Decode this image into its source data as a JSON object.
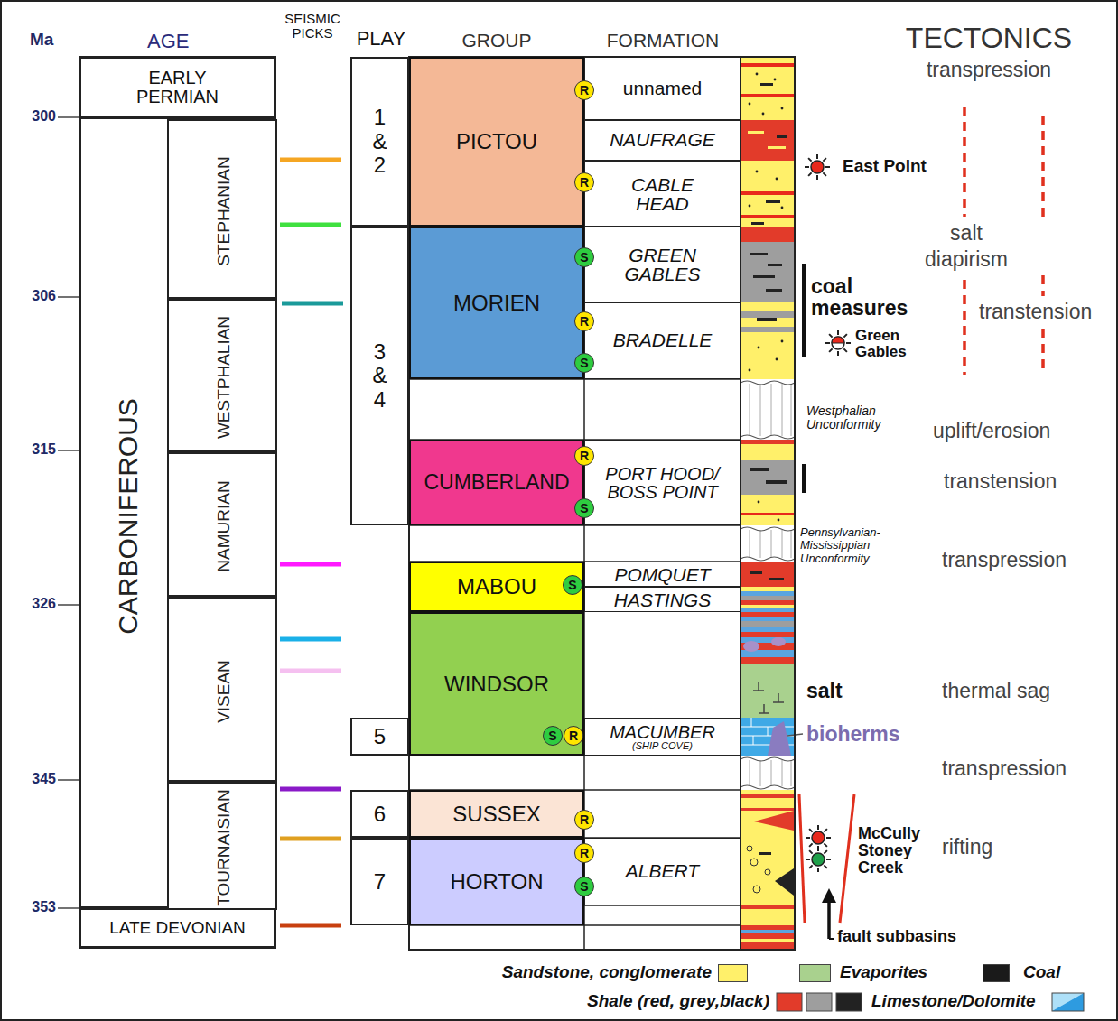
{
  "diagram": {
    "nodes": [
      {
        "text": [
          "EARLY PERMIAN"
        ]
      },
      {
        "text": [
          "CARBONIFEROUS"
        ]
      },
      {
        "text": [
          "STEPHANIAN"
        ],
        "in": 1
      },
      {
        "text": [
          "WESTPHALIAN"
        ],
        "in": 1
      },
      {
        "text": [
          "NAMURIAN"
        ],
        "in": 1
      },
      {
        "text": [
          "VISEAN"
        ],
        "in": 1
      },
      {
        "text": [
          "TOURNAISIAN"
        ],
        "in": 1
      },
      {
        "text": [
          "LATE DEVONIAN"
        ]
      },
      {
        "text": [
          "1 & 2"
        ]
      },
      {
        "text": [
          "3 & 4"
        ]
      },
      {
        "text": [
          "5"
        ]
      },
      {
        "text": [
          "6"
        ]
      },
      {
        "text": [
          "7"
        ]
      },
      {
        "text": [
          "PICTOU"
        ]
      },
      {
        "text": [
          "MORIEN"
        ]
      },
      {
        "text": [
          "CUMBERLAND"
        ]
      },
      {
        "text": [
          "MABOU"
        ]
      },
      {
        "text": [
          "WINDSOR"
        ]
      },
      {
        "text": [
          "SUSSEX"
        ]
      },
      {
        "text": [
          "HORTON"
        ]
      },
      {
        "text": [
          "unnamed"
        ]
      },
      {
        "text": [
          "NAUFRAGE"
        ]
      },
      {
        "text": [
          "CABLE HEAD"
        ]
      },
      {
        "text": [
          "GREEN GABLES"
        ]
      },
      {
        "text": [
          "BRADELLE"
        ]
      },
      {
        "text": [
          "PORT HOOD/ BOSS POINT"
        ]
      },
      {
        "text": [
          "POMQUET"
        ]
      },
      {
        "text": [
          "HASTINGS"
        ]
      },
      {
        "text": [
          "MACUMBER",
          "(SHIP COVE)"
        ]
      },
      {
        "text": [
          "ALBERT"
        ]
      },
      {
        "text": [
          "R"
        ]
      },
      {
        "text": [
          "R"
        ]
      },
      {
        "text": [
          "S"
        ]
      },
      {
        "text": [
          "R"
        ]
      },
      {
        "text": [
          "S"
        ]
      },
      {
        "text": [
          "R"
        ]
      },
      {
        "text": [
          "S"
        ]
      },
      {
        "text": [
          "S"
        ]
      },
      {
        "text": [
          "S"
        ]
      },
      {
        "text": [
          "R"
        ]
      },
      {
        "text": [
          "R"
        ]
      },
      {
        "text": [
          "R"
        ]
      },
      {
        "text": [
          "S"
        ]
      }
    ],
    "labels": [
      "Ma",
      "AGE",
      "SEISMIC PICKS",
      "PLAY",
      "GROUP",
      "FORMATION",
      "TECTONICS",
      "transpression",
      "300",
      "306",
      "315",
      "326",
      "345",
      "353",
      "East Point",
      "salt diapirism",
      "coal measures",
      "transtension",
      "Green Gables",
      "Westphalian Unconformity",
      "uplift/erosion",
      "transtension",
      "Pennsylvanian-Mississippian Unconformity",
      "transpression",
      "salt",
      "thermal sag",
      "bioherms",
      "transpression",
      "McCully",
      "Stoney Creek",
      "rifting",
      "fault subbasins"
    ],
    "legend": [
      {
        "text": "Sandstone, conglomerate",
        "color": "#fff06a"
      },
      {
        "text": "Evaporites",
        "color": "#a9d18e"
      },
      {
        "text": "Coal",
        "color": "#1a1a1a"
      },
      {
        "text": "Shale (red, grey,black)"
      },
      {
        "text": "Limestone/Dolomite"
      }
    ]
  }
}
